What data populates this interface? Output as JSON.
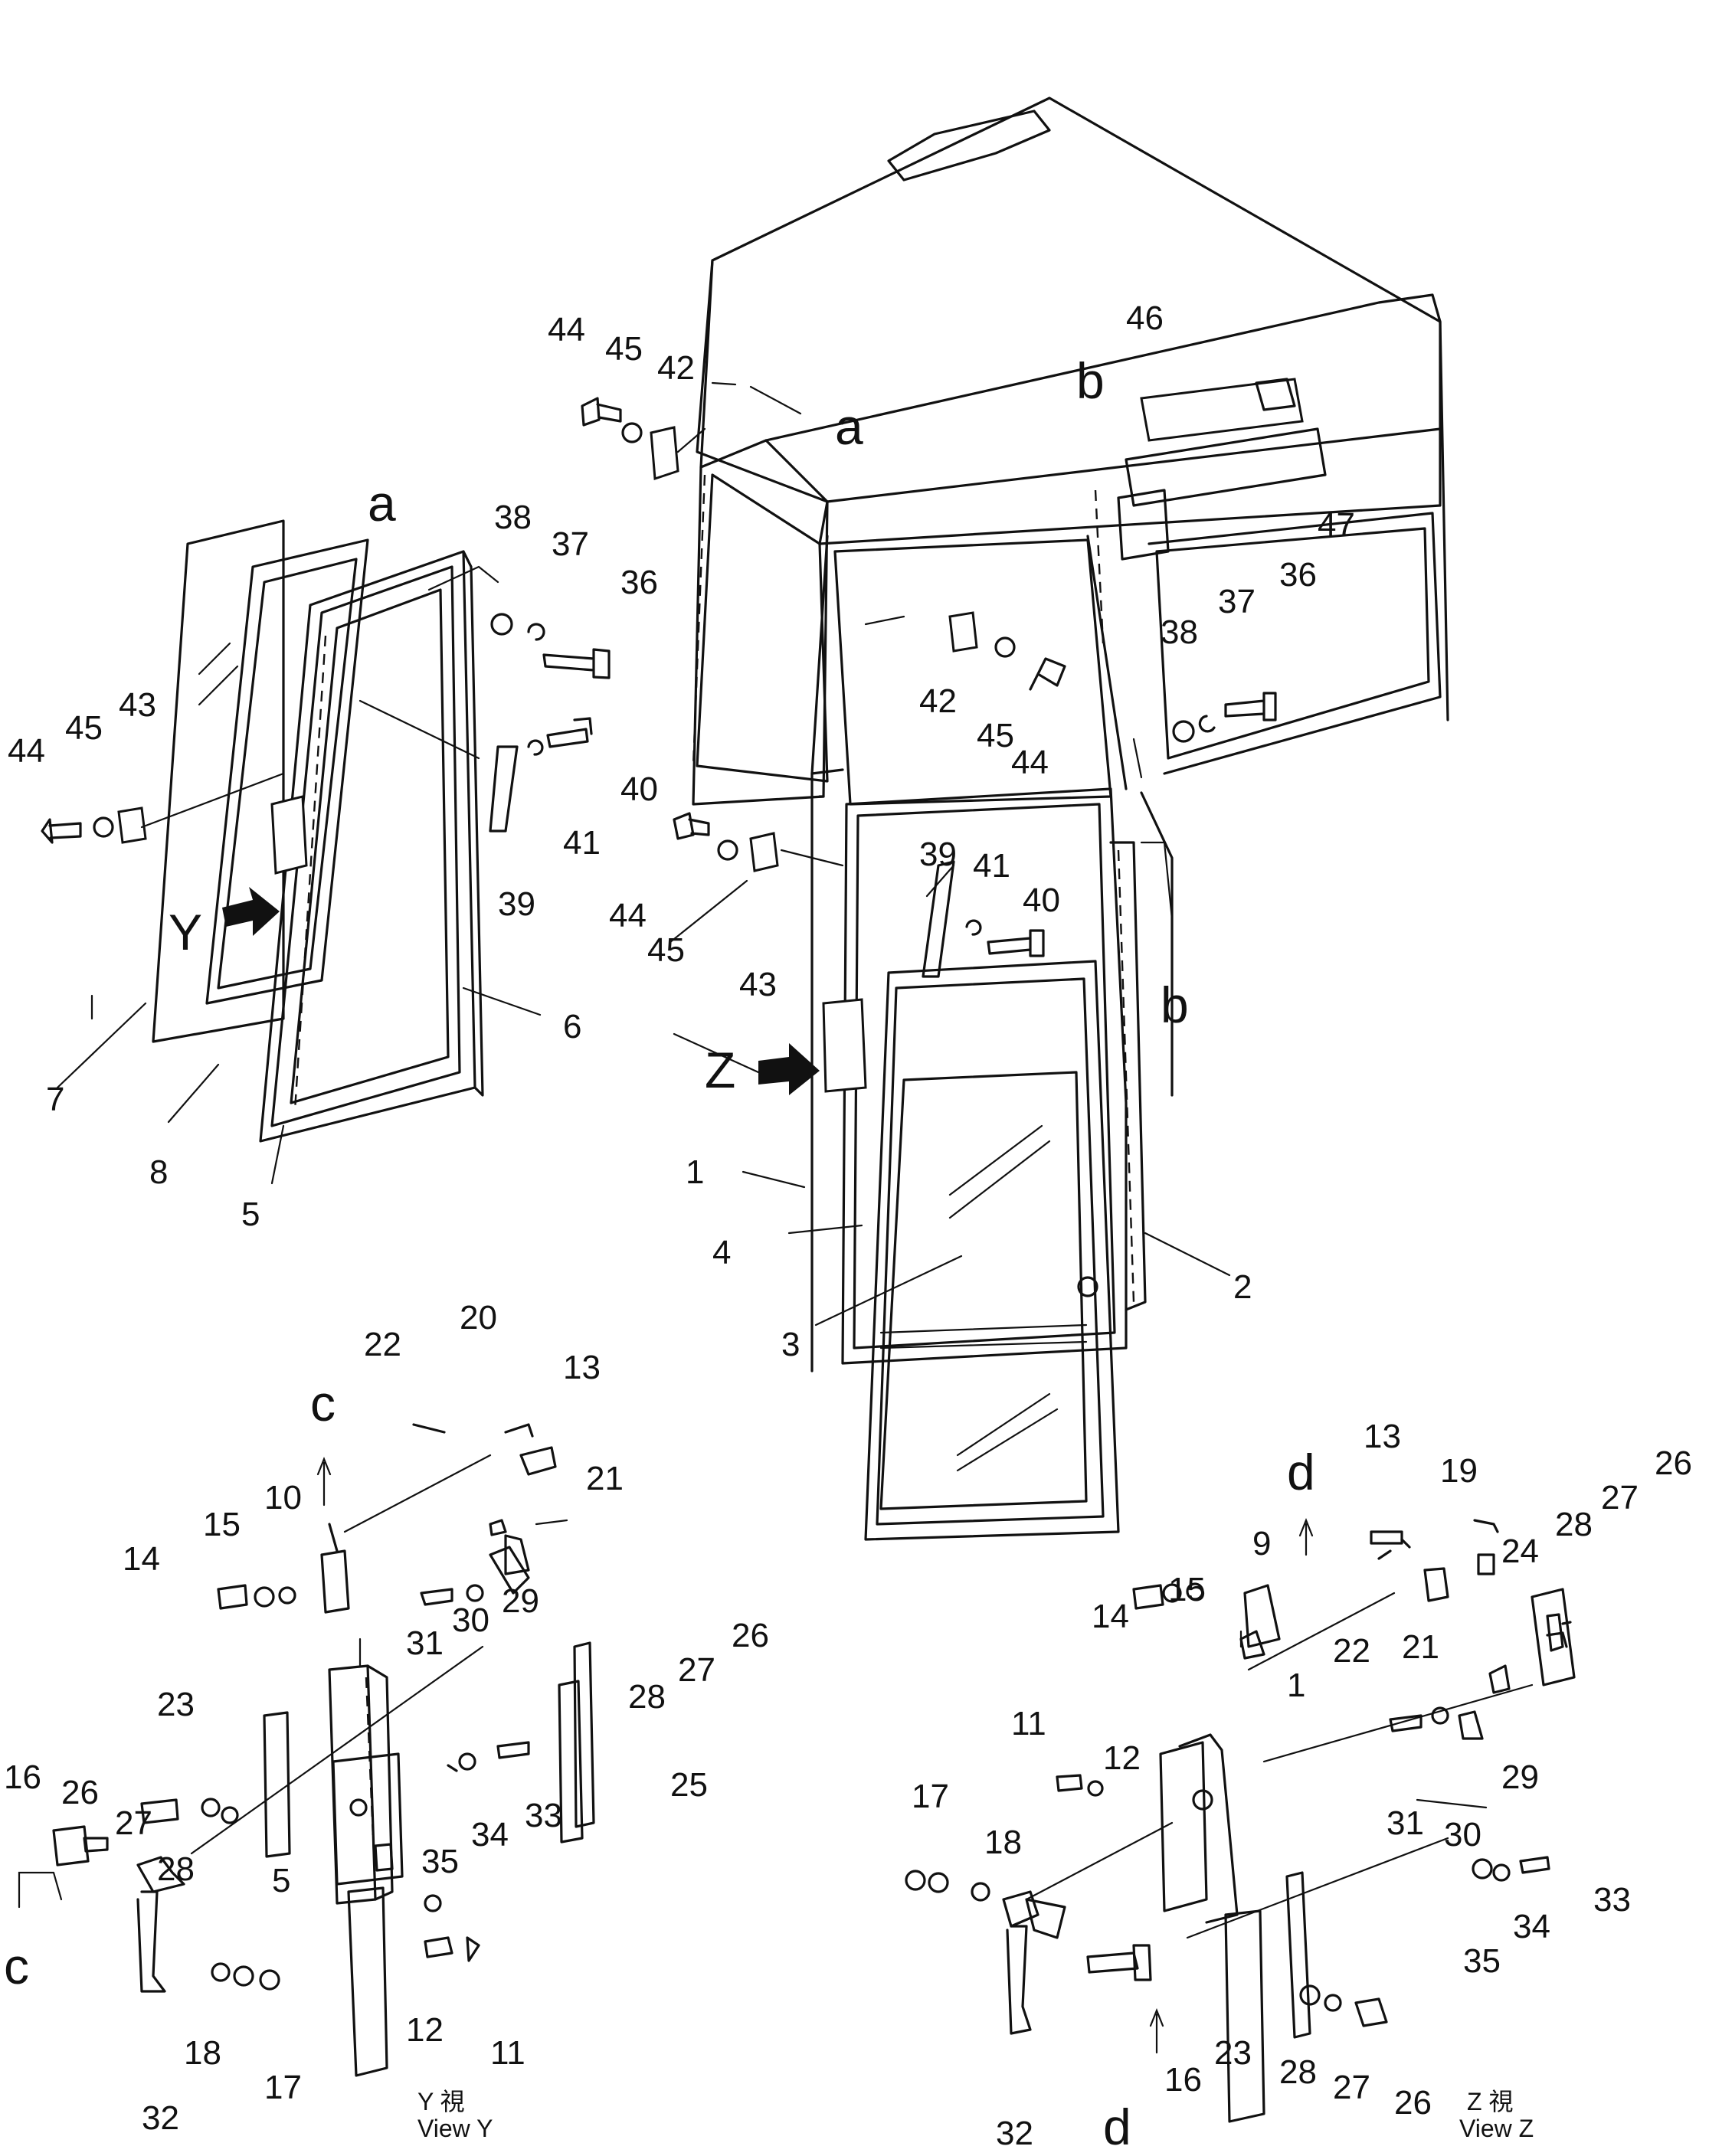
{
  "diagram": {
    "views": {
      "y": {
        "kanji": "Y  視",
        "caption": "View Y"
      },
      "z": {
        "kanji": "Z  視",
        "caption": "View Z"
      }
    },
    "section_letters": {
      "a": "a",
      "b": "b",
      "c": "c",
      "d": "d",
      "Y": "Y",
      "Z": "Z"
    },
    "part_numbers": {
      "n1": "1",
      "n2": "2",
      "n3": "3",
      "n4": "4",
      "n5": "5",
      "n6": "6",
      "n7": "7",
      "n8": "8",
      "n9": "9",
      "n10": "10",
      "n11": "11",
      "n12": "12",
      "n13": "13",
      "n14": "14",
      "n15": "15",
      "n16": "16",
      "n17": "17",
      "n18": "18",
      "n19": "19",
      "n20": "20",
      "n21": "21",
      "n22": "22",
      "n23": "23",
      "n24": "24",
      "n25": "25",
      "n26": "26",
      "n27": "27",
      "n28": "28",
      "n29": "29",
      "n30": "30",
      "n31": "31",
      "n32": "32",
      "n33": "33",
      "n34": "34",
      "n35": "35",
      "n36": "36",
      "n37": "37",
      "n38": "38",
      "n39": "39",
      "n40": "40",
      "n41": "41",
      "n42": "42",
      "n43": "43",
      "n44": "44",
      "n45": "45",
      "n46": "46",
      "n47": "47"
    }
  }
}
